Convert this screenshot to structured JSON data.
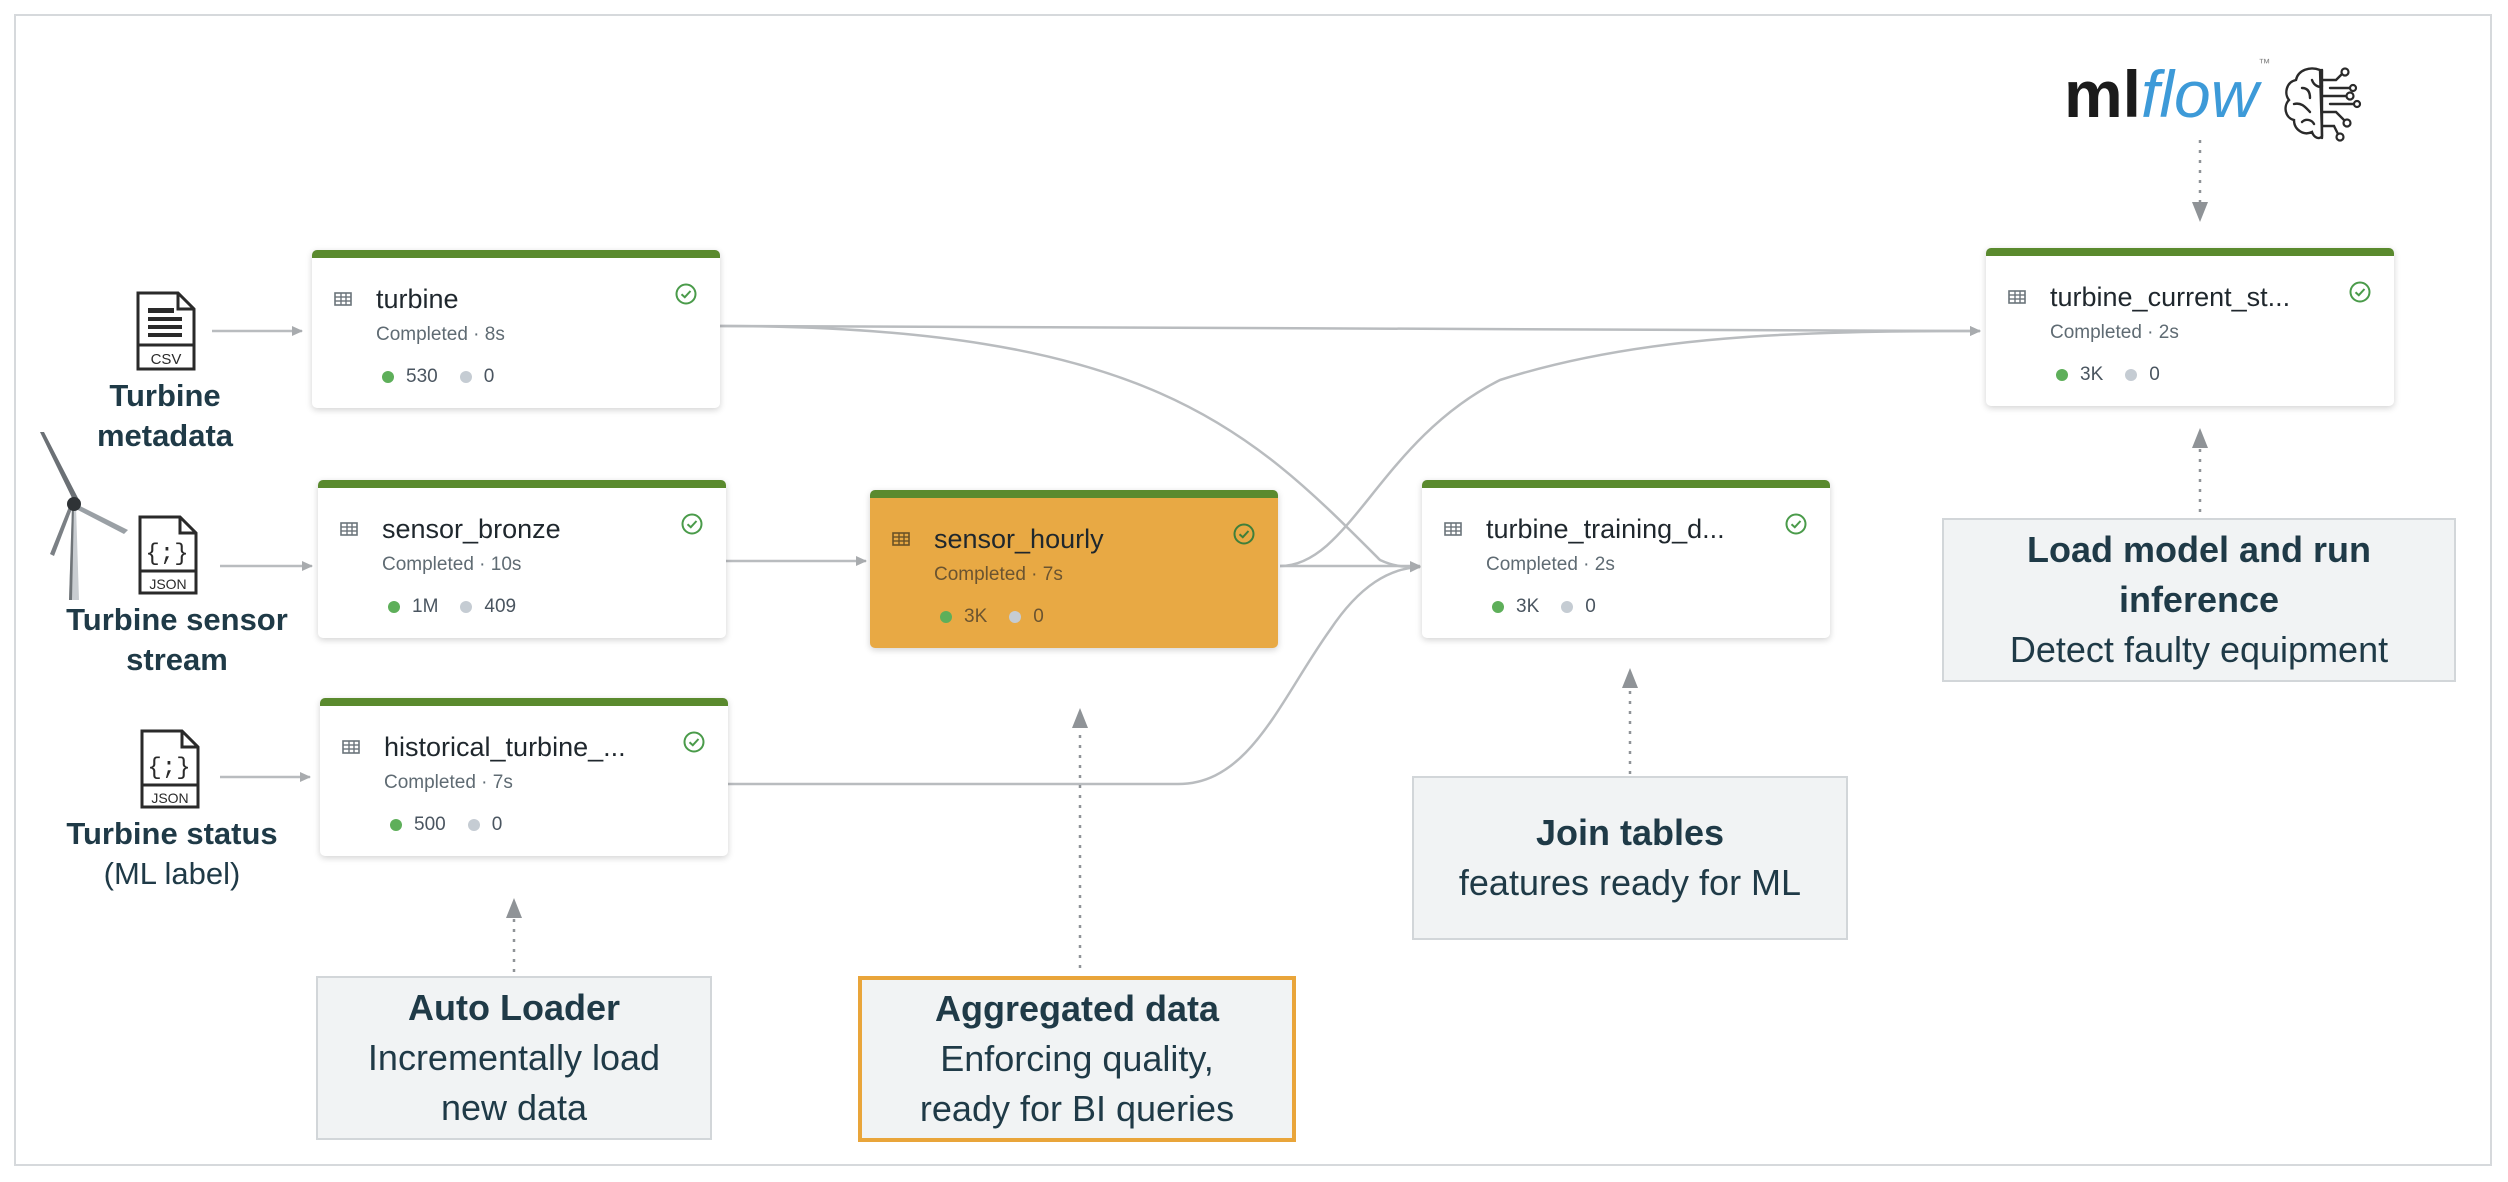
{
  "sources": [
    {
      "icon": "csv-file-icon",
      "badge": "CSV",
      "label_bold": "Turbine metadata",
      "label_extra": ""
    },
    {
      "icon": "json-file-icon",
      "badge": "JSON",
      "label_bold": "Turbine sensor stream",
      "label_extra": ""
    },
    {
      "icon": "json-file-icon",
      "badge": "JSON",
      "label_bold": "Turbine status",
      "label_extra": "(ML label)"
    }
  ],
  "json_glyph": "{;}",
  "nodes": [
    {
      "id": "turbine",
      "name": "turbine",
      "status": "Completed · 8s",
      "ok": "530",
      "dropped": "0"
    },
    {
      "id": "sensor_bronze",
      "name": "sensor_bronze",
      "status": "Completed · 10s",
      "ok": "1M",
      "dropped": "409"
    },
    {
      "id": "historical",
      "name": "historical_turbine_...",
      "status": "Completed · 7s",
      "ok": "500",
      "dropped": "0"
    },
    {
      "id": "sensor_hourly",
      "name": "sensor_hourly",
      "status": "Completed · 7s",
      "ok": "3K",
      "dropped": "0"
    },
    {
      "id": "training",
      "name": "turbine_training_d...",
      "status": "Completed · 2s",
      "ok": "3K",
      "dropped": "0"
    },
    {
      "id": "current",
      "name": "turbine_current_st...",
      "status": "Completed · 2s",
      "ok": "3K",
      "dropped": "0"
    }
  ],
  "notes": {
    "auto_loader": {
      "title": "Auto Loader",
      "desc1": "Incrementally load",
      "desc2": "new data"
    },
    "aggregated": {
      "title": "Aggregated data",
      "desc1": "Enforcing quality,",
      "desc2": "ready for BI queries"
    },
    "join": {
      "title": "Join tables",
      "desc1": "features ready for ML"
    },
    "inference": {
      "title1": "Load model and run",
      "title2": "inference",
      "desc1": "Detect faulty equipment"
    }
  },
  "logo": {
    "ml": "ml",
    "flow": "flow",
    "tm": "™"
  },
  "colors": {
    "node_bar": "#5a8a2e",
    "highlight_node": "#e8a944",
    "highlight_border": "#e9a53a",
    "note_bg": "#f1f3f4",
    "note_text": "#1f3a47",
    "edge": "#b9bcbf",
    "ok_dot": "#5eaf5a",
    "mlflow_blue": "#3d9ad8"
  }
}
